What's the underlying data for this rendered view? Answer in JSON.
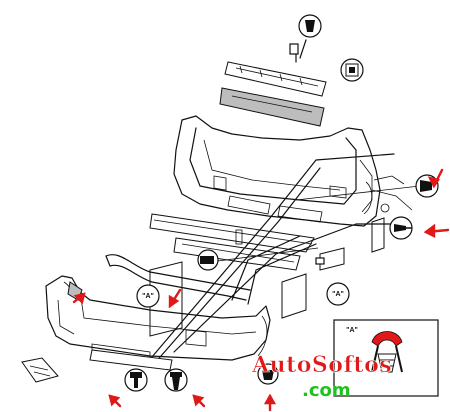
{
  "callouts": {
    "detail_left": "\"A\"",
    "detail_right": "\"A\"",
    "inset_label": "\"A\""
  },
  "watermark": {
    "line1": "AutoSoftos",
    "line2": ".com",
    "color_primary": "#e01818",
    "color_secondary": "#1fc21f"
  },
  "colors": {
    "arrows": "#e01818",
    "lines": "#111111",
    "panel_fill": "#bdbdbd"
  },
  "icons": [
    "clip-icon",
    "screw-icon",
    "push-pin-icon",
    "arrow-icon",
    "pliers-icon"
  ]
}
